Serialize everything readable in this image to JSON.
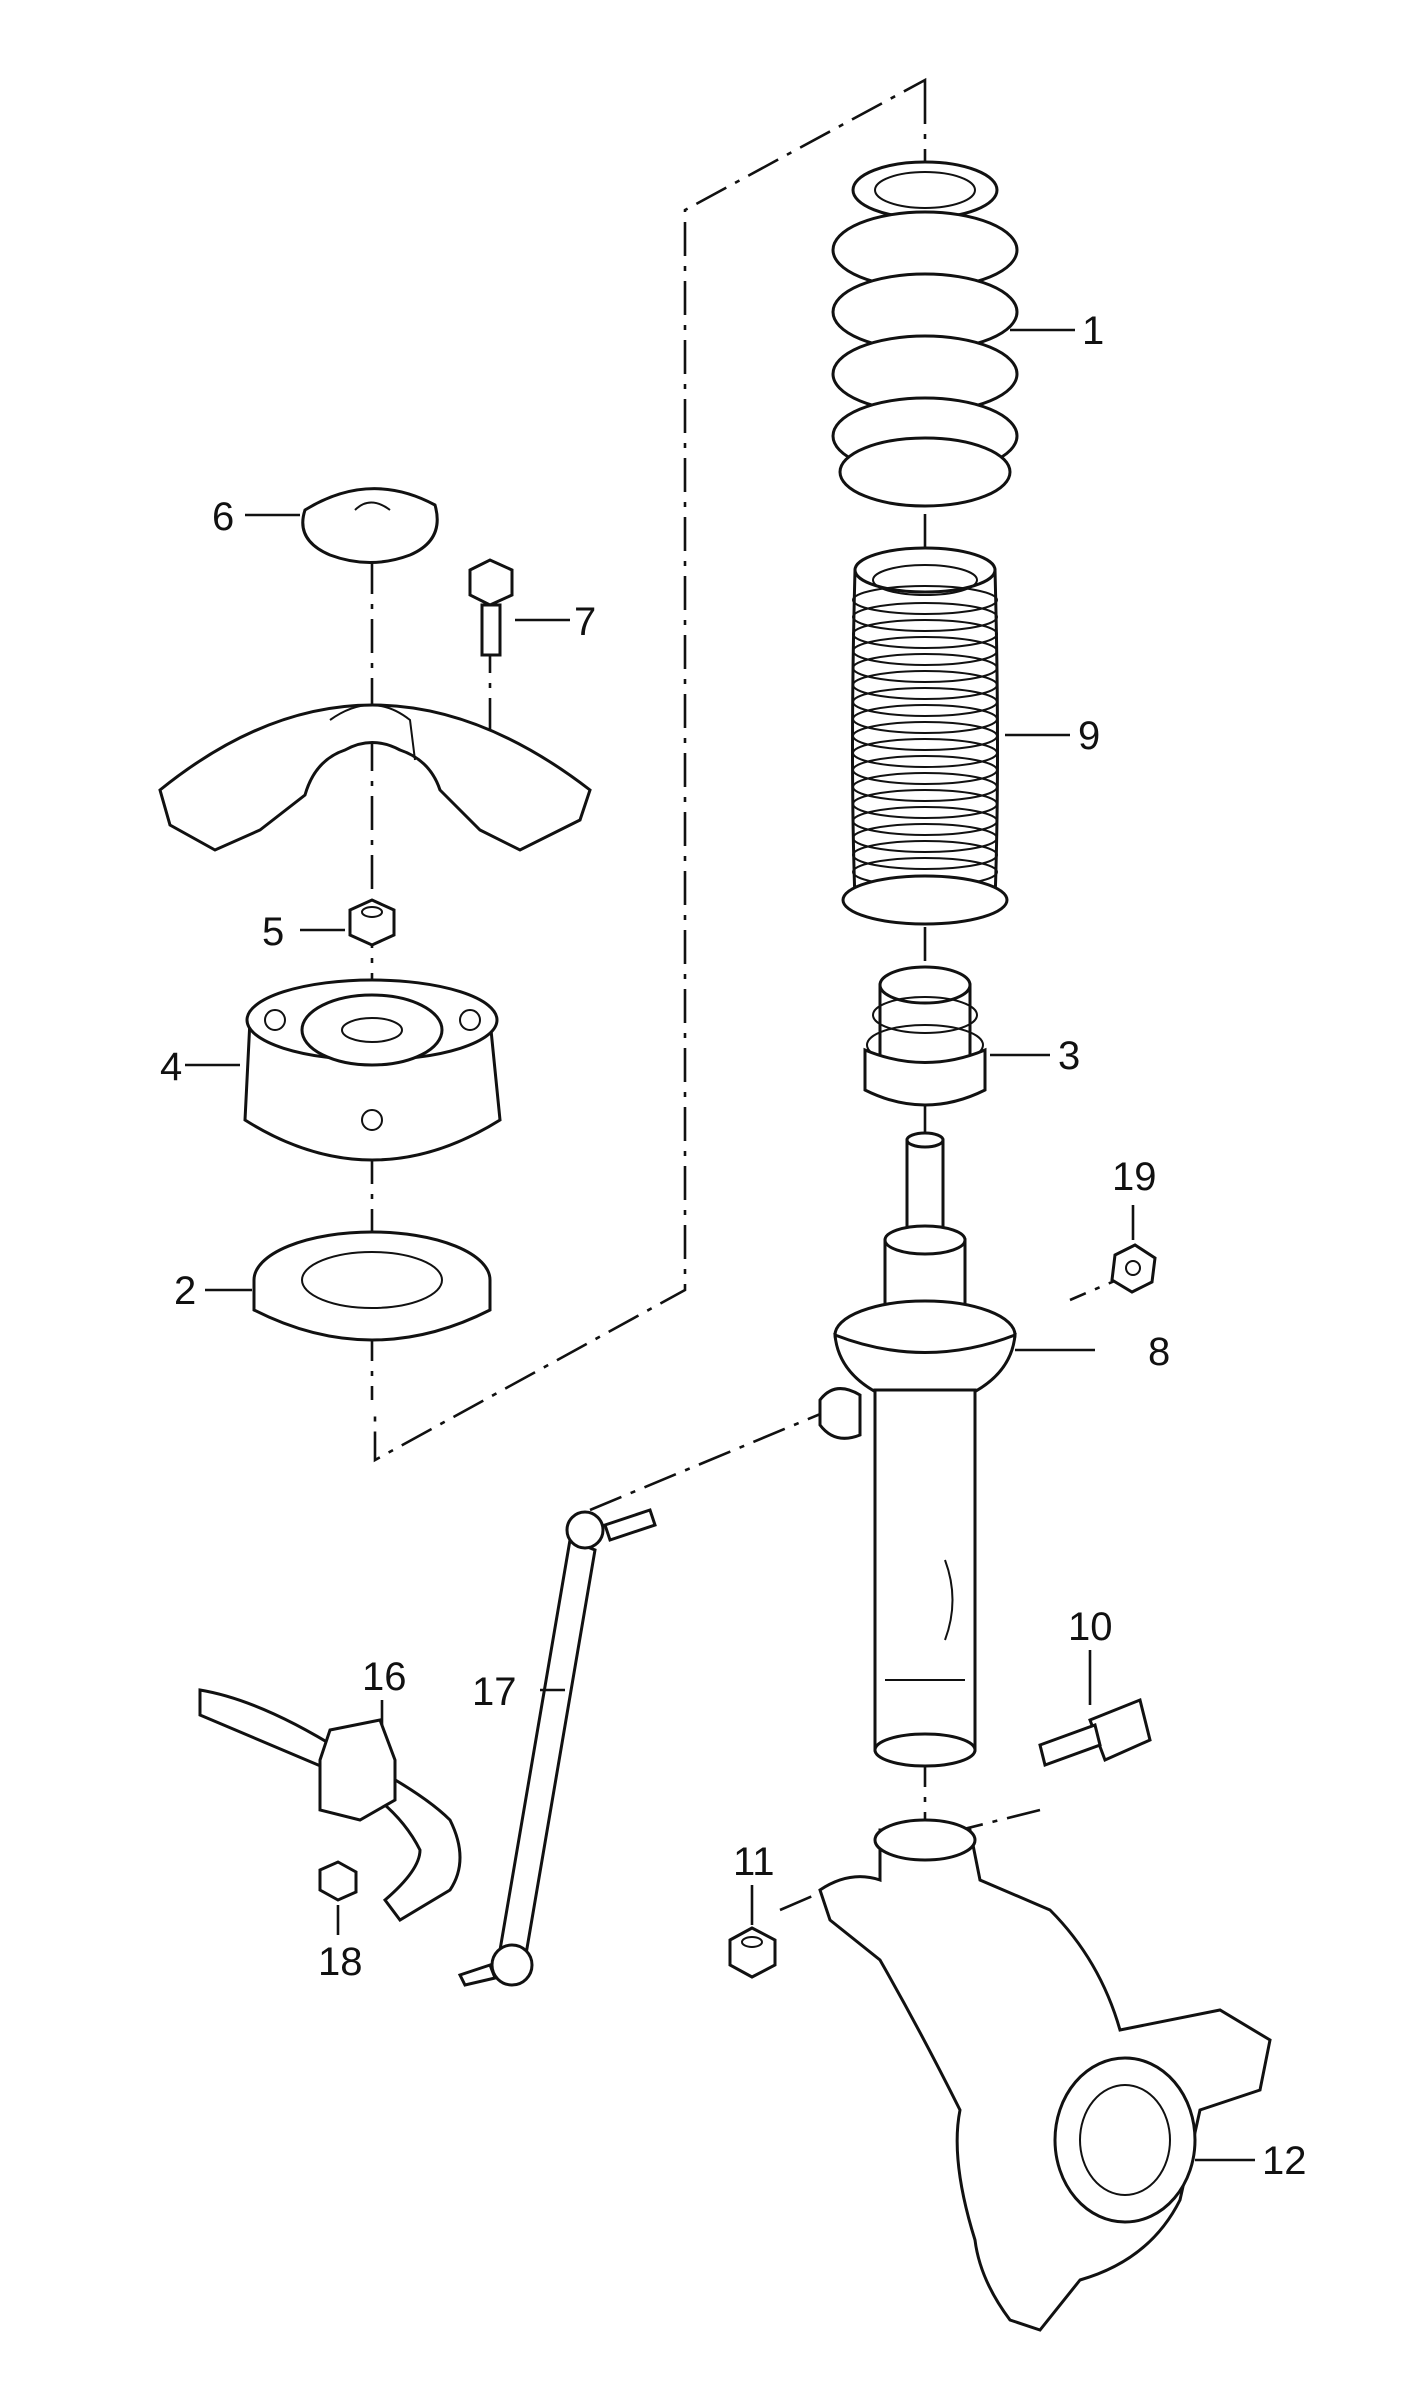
{
  "callouts": [
    {
      "id": "1",
      "label": "1"
    },
    {
      "id": "2",
      "label": "2"
    },
    {
      "id": "3",
      "label": "3"
    },
    {
      "id": "4",
      "label": "4"
    },
    {
      "id": "5",
      "label": "5"
    },
    {
      "id": "6",
      "label": "6"
    },
    {
      "id": "7",
      "label": "7"
    },
    {
      "id": "8",
      "label": "8"
    },
    {
      "id": "9",
      "label": "9"
    },
    {
      "id": "10",
      "label": "10"
    },
    {
      "id": "11",
      "label": "11"
    },
    {
      "id": "12",
      "label": "12"
    },
    {
      "id": "16",
      "label": "16"
    },
    {
      "id": "17",
      "label": "17"
    },
    {
      "id": "18",
      "label": "18"
    },
    {
      "id": "19",
      "label": "19"
    }
  ]
}
